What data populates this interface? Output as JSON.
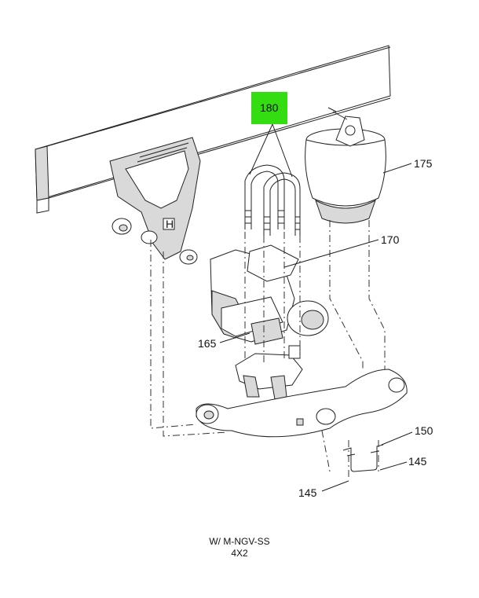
{
  "callouts": [
    {
      "id": "180",
      "text": "180",
      "highlighted": true
    },
    {
      "id": "175",
      "text": "175"
    },
    {
      "id": "170",
      "text": "170"
    },
    {
      "id": "165",
      "text": "165"
    },
    {
      "id": "150",
      "text": "150"
    },
    {
      "id": "145a",
      "text": "145"
    },
    {
      "id": "145b",
      "text": "145"
    }
  ],
  "caption": {
    "line1": "W/ M-NGV-SS",
    "line2": "4X2"
  },
  "colors": {
    "highlight": "#33dd11",
    "line": "#222222"
  }
}
